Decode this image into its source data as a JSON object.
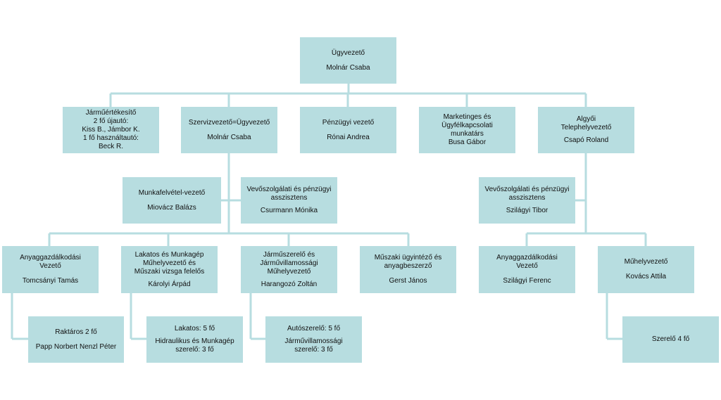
{
  "line_color": "#b7dde0",
  "box_color": "#b7dde0",
  "boxes": {
    "ceo": {
      "title": "Ügyvezető",
      "name": "Molnár Csaba"
    },
    "sales": {
      "title": "Járműértékesítő\n2 fő újautó:\nKiss B., Jámbor K.\n1 fő használtautó:\nBeck R.",
      "name": ""
    },
    "service": {
      "title": "Szervizvezető=Ügyvezető",
      "name": "Molnár Csaba"
    },
    "finance": {
      "title": "Pénzügyi vezető",
      "name": "Rónai Andrea"
    },
    "marketing": {
      "title": "Marketinges és\nÜgyfélkapcsolati\nmunkatárs",
      "name": "Busa Gábor"
    },
    "algyo": {
      "title": "Algyői\nTelephelyvezető",
      "name": "Csapó Roland"
    },
    "work_intake": {
      "title": "Munkafelvétel-vezető",
      "name": "Miovácz Balázs"
    },
    "cs_assistant_1": {
      "title": "Vevőszolgálati és pénzügyi\nasszisztens",
      "name": "Csurmann Mónika"
    },
    "cs_assistant_2": {
      "title": "Vevőszolgálati és pénzügyi\nasszisztens",
      "name": "Szilágyi Tibor"
    },
    "materials_1": {
      "title": "Anyaggazdálkodási\nVezető",
      "name": "Tomcsányi Tamás"
    },
    "locksmith_lead": {
      "title": "Lakatos és Munkagép\nMűhelyvezető és\nMűszaki vizsga felelős",
      "name": "Károlyi Árpád"
    },
    "mechanic_lead": {
      "title": "Járműszerelő és\nJárművillamossági\nMűhelyvezető",
      "name": "Harangozó Zoltán"
    },
    "tech_admin": {
      "title": "Műszaki ügyintéző és\nanyagbeszerző",
      "name": "Gerst János"
    },
    "materials_2": {
      "title": "Anyaggazdálkodási\nVezető",
      "name": "Szilágyi Ferenc"
    },
    "workshop_lead": {
      "title": "Műhelyvezető",
      "name": "Kovács Attila"
    },
    "warehouse": {
      "title": "Raktáros 2 fő",
      "name": "Papp Norbert  Nenzl Péter"
    },
    "locksmiths": {
      "title": "Lakatos: 5 fő",
      "name": "Hidraulikus és Munkagép\nszerelő: 3 fő"
    },
    "mechanics": {
      "title": "Autószerelő: 5 fő",
      "name": "Járművillamossági\nszerelő: 3 fő"
    },
    "fitters": {
      "title": "Szerelő 4 fő",
      "name": ""
    }
  }
}
